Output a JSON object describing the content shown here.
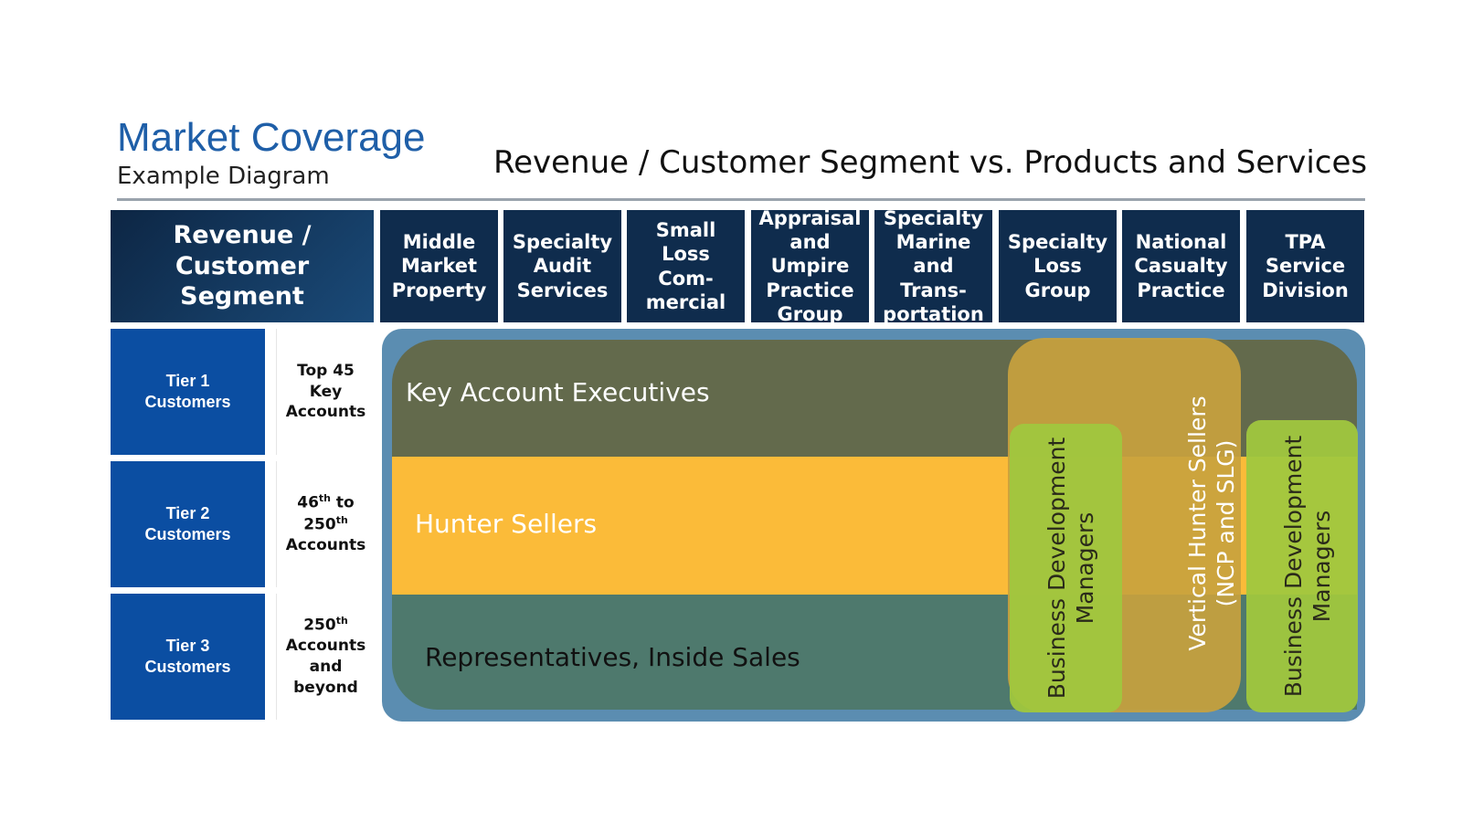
{
  "header": {
    "title": "Market Coverage",
    "subtitle": "Example Diagram",
    "main_heading": "Revenue / Customer Segment vs. Products and Services"
  },
  "segment_header": "Revenue / Customer Segment",
  "columns": [
    "Middle\nMarket\nProperty",
    "Specialty\nAudit\nServices",
    "Small\nLoss\nCom-\nmercial",
    "Appraisal\nand Umpire\nPractice\nGroup",
    "Specialty\nMarine and\nTrans-\nportation",
    "Specialty\nLoss\nGroup",
    "National\nCasualty\nPractice",
    "TPA\nService\nDivision"
  ],
  "tiers": [
    {
      "label": "Tier 1\nCustomers",
      "accounts": {
        "a": "Top 45",
        "b": "Key",
        "c": "Accounts"
      }
    },
    {
      "label": "Tier 2\nCustomers",
      "accounts": {
        "n1": "46",
        "s1": "th",
        "mid": " to",
        "n2": "250",
        "s2": "th",
        "c": "Accounts"
      }
    },
    {
      "label": "Tier 3\nCustomers",
      "accounts": {
        "n1": "250",
        "s1": "th",
        "b": "Accounts",
        "c": "and beyond"
      }
    }
  ],
  "bands": {
    "key_account": "Key Account Executives",
    "hunter": "Hunter Sellers",
    "reps": "Representatives, Inside Sales",
    "bdm_left": {
      "line1": "Business Development",
      "line2": "Managers"
    },
    "vertical": {
      "line1": "Vertical Hunter Sellers",
      "line2": "(NCP and SLG)"
    },
    "bdm_right": {
      "line1": "Business Development",
      "line2": "Managers"
    }
  },
  "colors": {
    "title": "#1f5fa8",
    "header_navy": "#0f2c4d",
    "tier_blue": "#0b4ea2",
    "outer_blue": "#5b8db1",
    "key_account": "#636a4c",
    "hunter": "#fbbb39",
    "reps": "#4e796d",
    "vertical": "#c6a040",
    "bdm": "#9cc33f"
  }
}
